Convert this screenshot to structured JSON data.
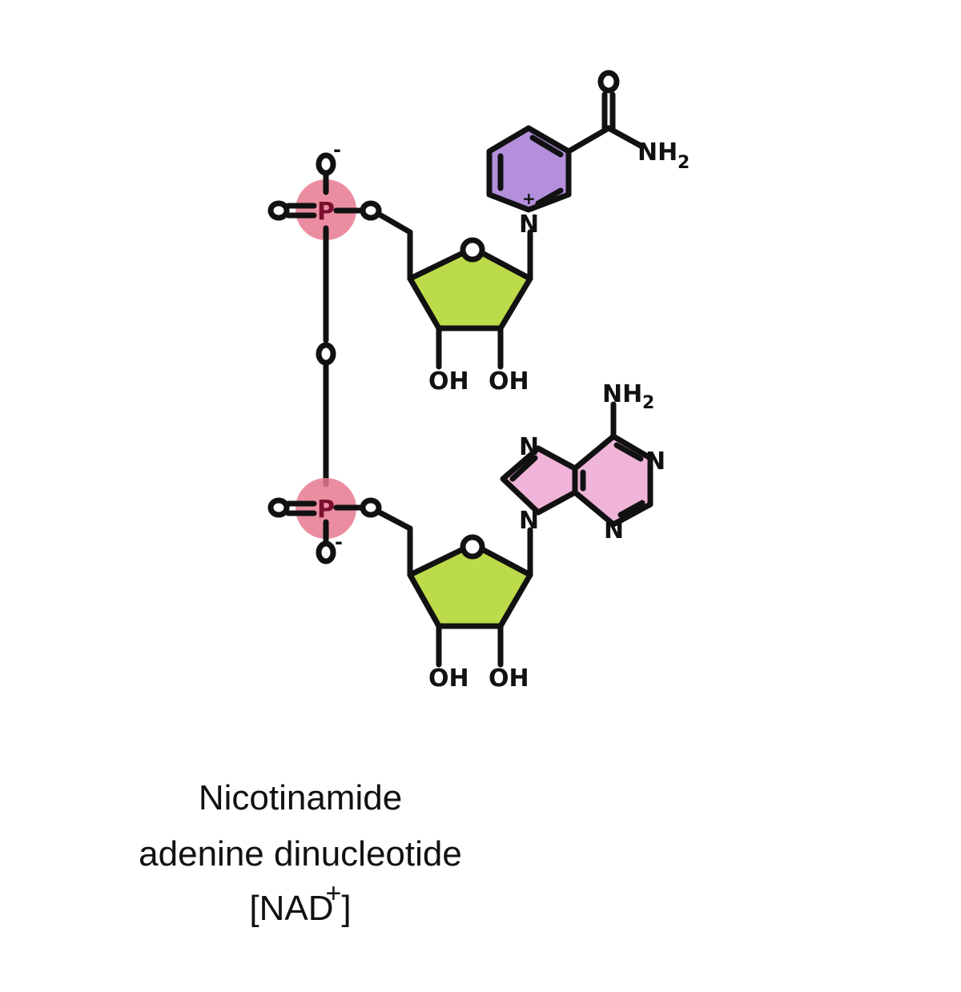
{
  "colors": {
    "phosphate": "#e8798f",
    "ribose": "#bcdb4a",
    "nicotinamide": "#b38fdc",
    "adenine": "#efb4d8",
    "line": "#111111"
  },
  "labels": {
    "phosphate_top": {
      "p": "P",
      "o_double": "O",
      "o_minus": "O",
      "o_ester": "O",
      "charge": "-"
    },
    "bridge_o": "O",
    "phosphate_bottom": {
      "p": "P",
      "o_double": "O",
      "o_minus": "O",
      "o_ester": "O",
      "charge": "-"
    },
    "ribose_top": {
      "ring_o": "O",
      "oh_left": "OH",
      "oh_right": "OH"
    },
    "ribose_bottom": {
      "ring_o": "O",
      "oh_left": "OH",
      "oh_right": "OH"
    },
    "nicotinamide": {
      "n": "N",
      "charge": "+",
      "carbonyl_o": "O",
      "amide": "NH",
      "amide_sub": "2"
    },
    "adenine": {
      "amine": "NH",
      "amine_sub": "2",
      "n1": "N",
      "n3": "N",
      "n7": "N",
      "n9": "N"
    }
  },
  "caption": {
    "line1": "Nicotinamide",
    "line2": "adenine dinucleotide",
    "line3": "[NAD",
    "line3_sup": "+",
    "line3_end": "]"
  }
}
